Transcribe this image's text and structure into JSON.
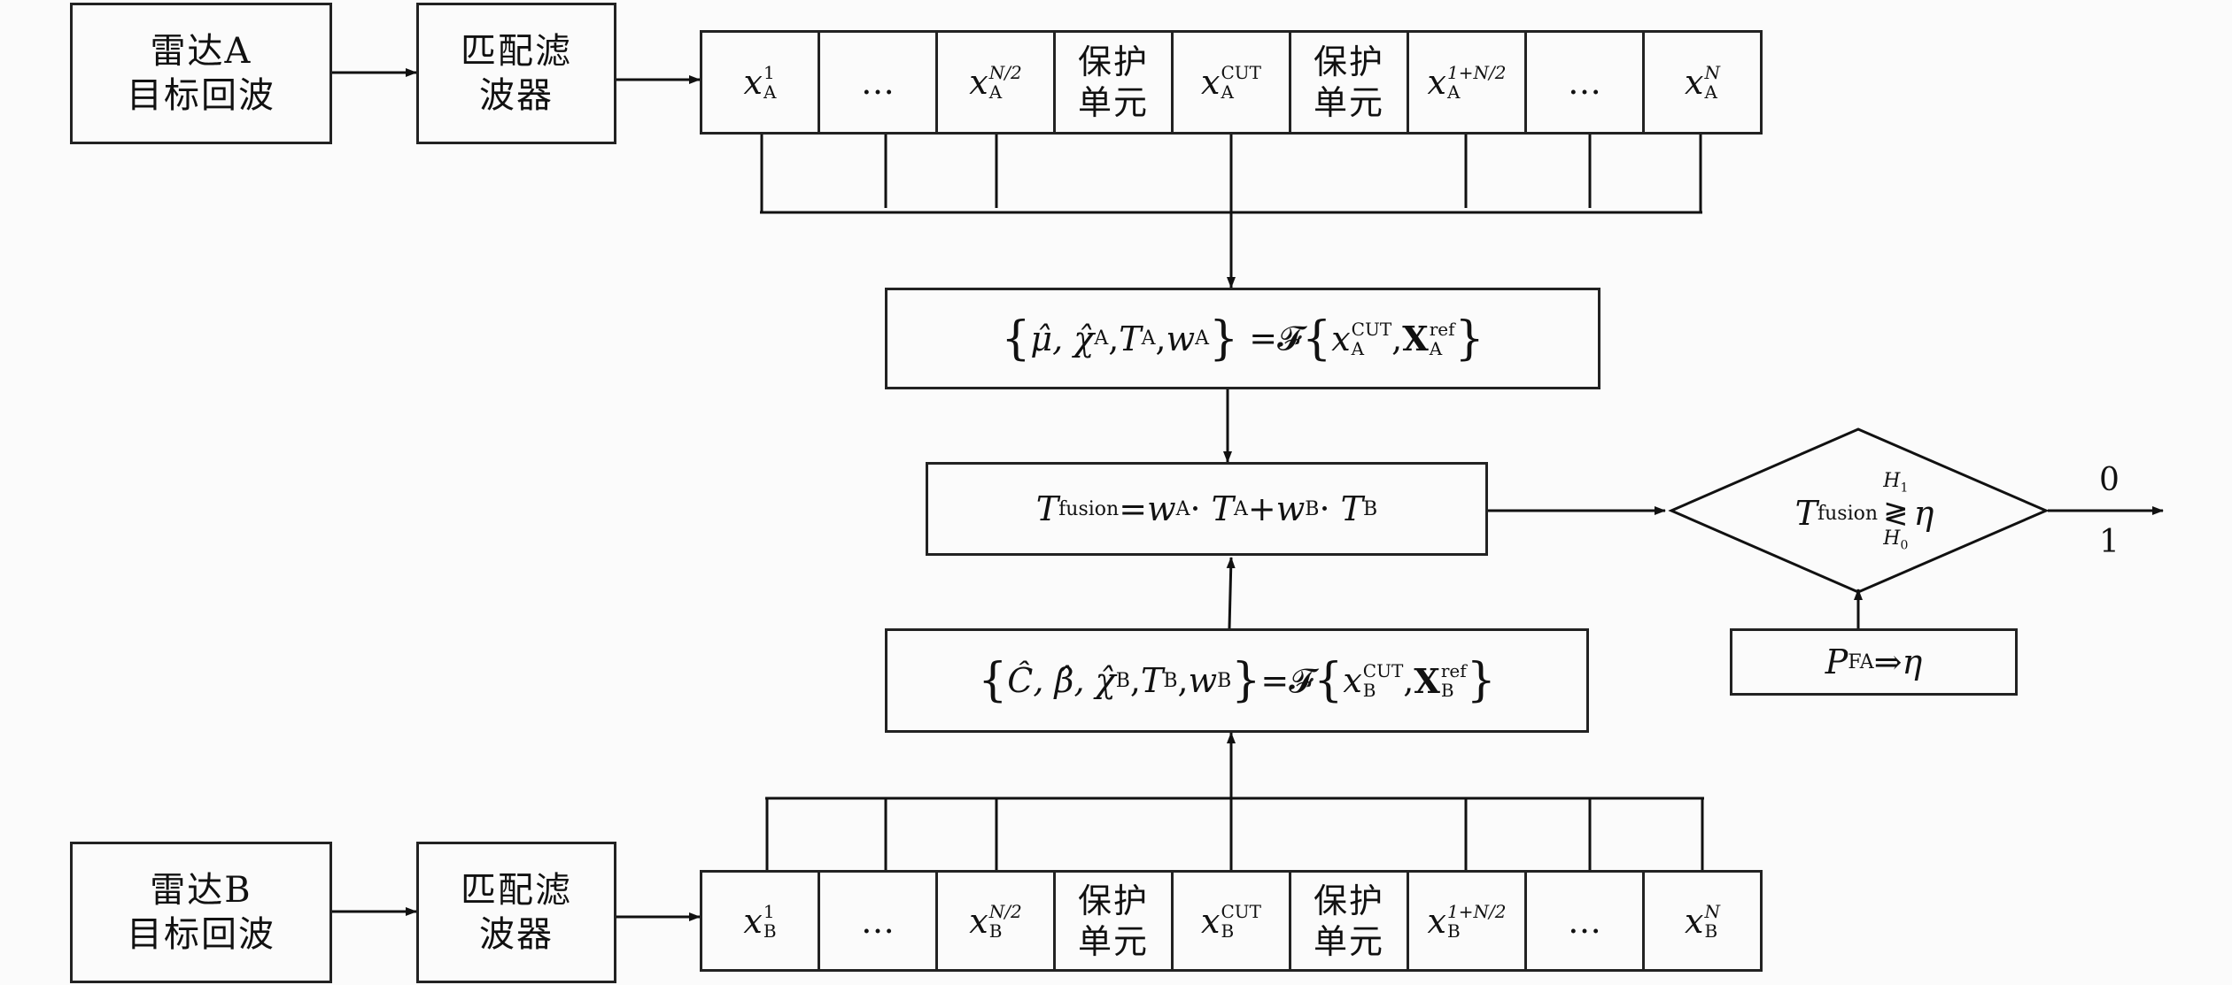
{
  "radarA": {
    "line1": "雷达A",
    "line2": "目标回波"
  },
  "radarB": {
    "line1": "雷达B",
    "line2": "目标回波"
  },
  "filter": {
    "line1": "匹配滤",
    "line2": "波器"
  },
  "guard": {
    "line1": "保护",
    "line2": "单元"
  },
  "cells": {
    "ellipsis": "…",
    "subA": "A",
    "subB": "B",
    "sup1": "1",
    "supHalf": "N/2",
    "supCut": "CUT",
    "supPlus": "1+N/2",
    "supN": "N",
    "var": "x"
  },
  "formulaA": {
    "lhs": "μ̂, χ̂",
    "tA": "T",
    "wA": "w",
    "eqF": "=𝓕",
    "x": "x",
    "cut": "CUT",
    "X": "X",
    "ref": "ref",
    "sub": "A"
  },
  "formulaB": {
    "lhs": "Ĉ, β̂, χ̂",
    "tB": "T",
    "wB": "w",
    "eqF": "=𝓕",
    "x": "x",
    "cut": "CUT",
    "X": "X",
    "ref": "ref",
    "sub": "B"
  },
  "fusion": {
    "T": "T",
    "sub": "fusion",
    "eq": "=",
    "wA": "w",
    "A": "A",
    "dot": "·",
    "plus": "+",
    "wB": "w",
    "B": "B"
  },
  "decision": {
    "T": "T",
    "sub": "fusion",
    "h1": "H",
    "h1sub": "1",
    "h0": "H",
    "h0sub": "0",
    "cmp": "≷",
    "eta": "η"
  },
  "pfa": {
    "P": "P",
    "sub": "FA",
    "arrow": "⇒",
    "eta": "η"
  },
  "outputs": {
    "zero": "0",
    "one": "1"
  }
}
